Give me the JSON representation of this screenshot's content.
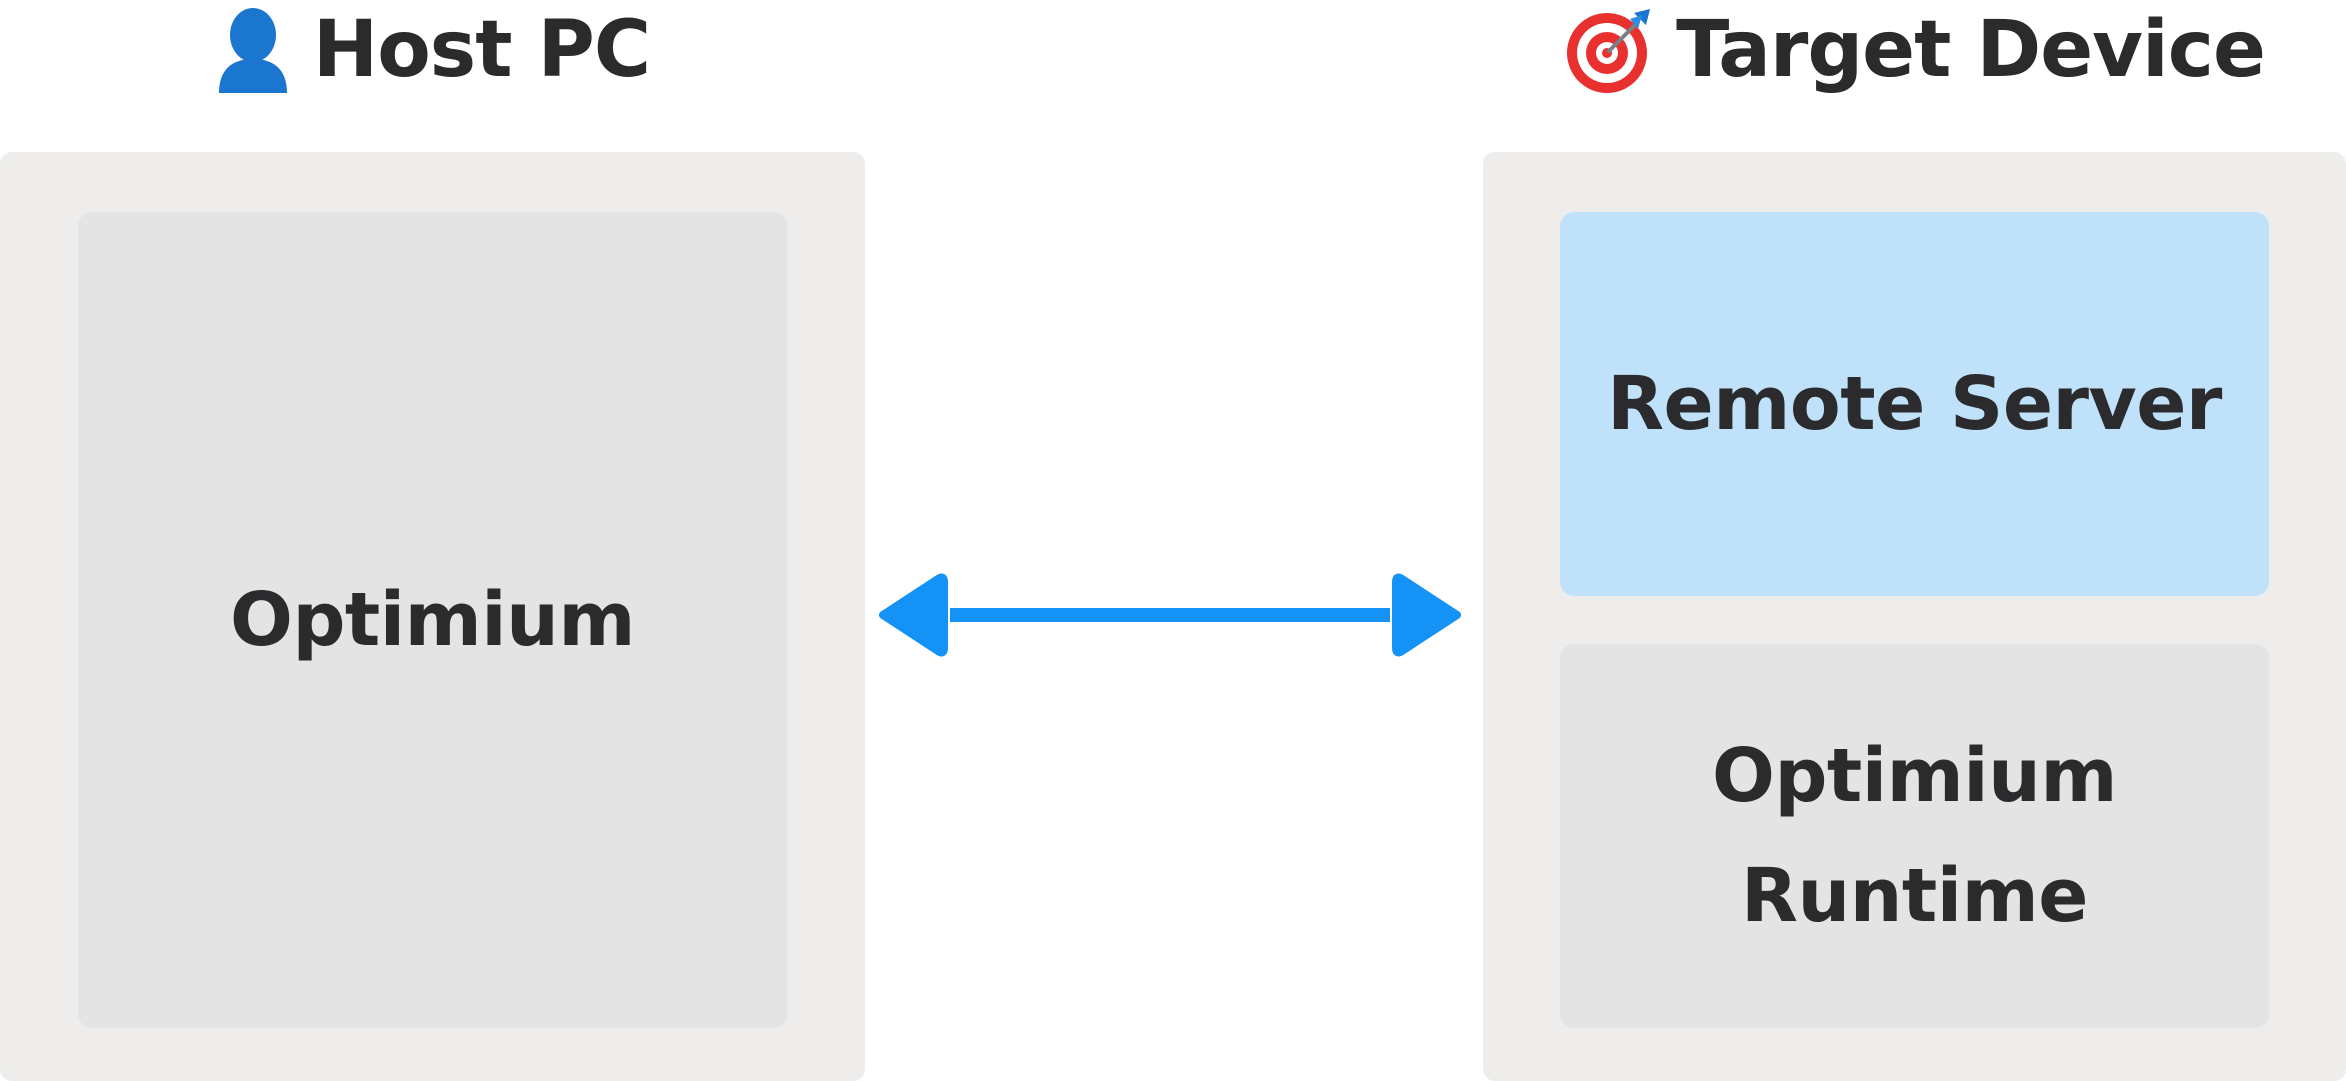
{
  "host": {
    "icon": "user-silhouette-icon",
    "title": "Host PC",
    "component": "Optimium"
  },
  "target": {
    "icon": "target-dart-icon",
    "title": "Target Device",
    "components": {
      "remote_server": "Remote Server",
      "runtime": "Optimium Runtime"
    }
  },
  "connection": {
    "type": "bidirectional",
    "color": "#1592f5"
  },
  "colors": {
    "outer_panel": "#eeedec",
    "inner_box": "#e4e4e4",
    "highlight_box": "#bfe1fa",
    "text": "#2b2b2d"
  }
}
